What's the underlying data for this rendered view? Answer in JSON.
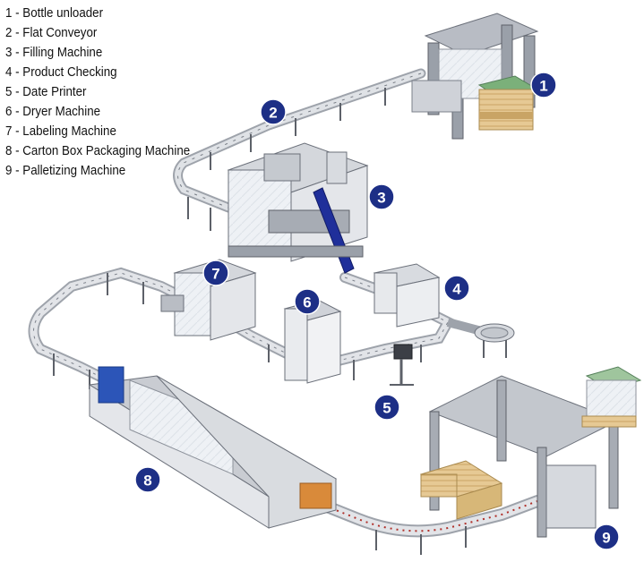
{
  "legend": [
    {
      "num": "1",
      "label": "Bottle unloader"
    },
    {
      "num": "2",
      "label": "Flat Conveyor"
    },
    {
      "num": "3",
      "label": "Filling Machine"
    },
    {
      "num": "4",
      "label": "Product Checking"
    },
    {
      "num": "5",
      "label": "Date Printer"
    },
    {
      "num": "6",
      "label": "Dryer Machine"
    },
    {
      "num": "7",
      "label": "Labeling Machine"
    },
    {
      "num": "8",
      "label": "Carton Box Packaging Machine"
    },
    {
      "num": "9",
      "label": "Palletizing Machine"
    }
  ],
  "colors": {
    "badge_fill": "#1d2f86",
    "machine_frame": "#8a8f99",
    "conveyor": "#c9ccd2",
    "pallet_wood": "#e2c48c",
    "bottle_red": "#b0302a"
  }
}
